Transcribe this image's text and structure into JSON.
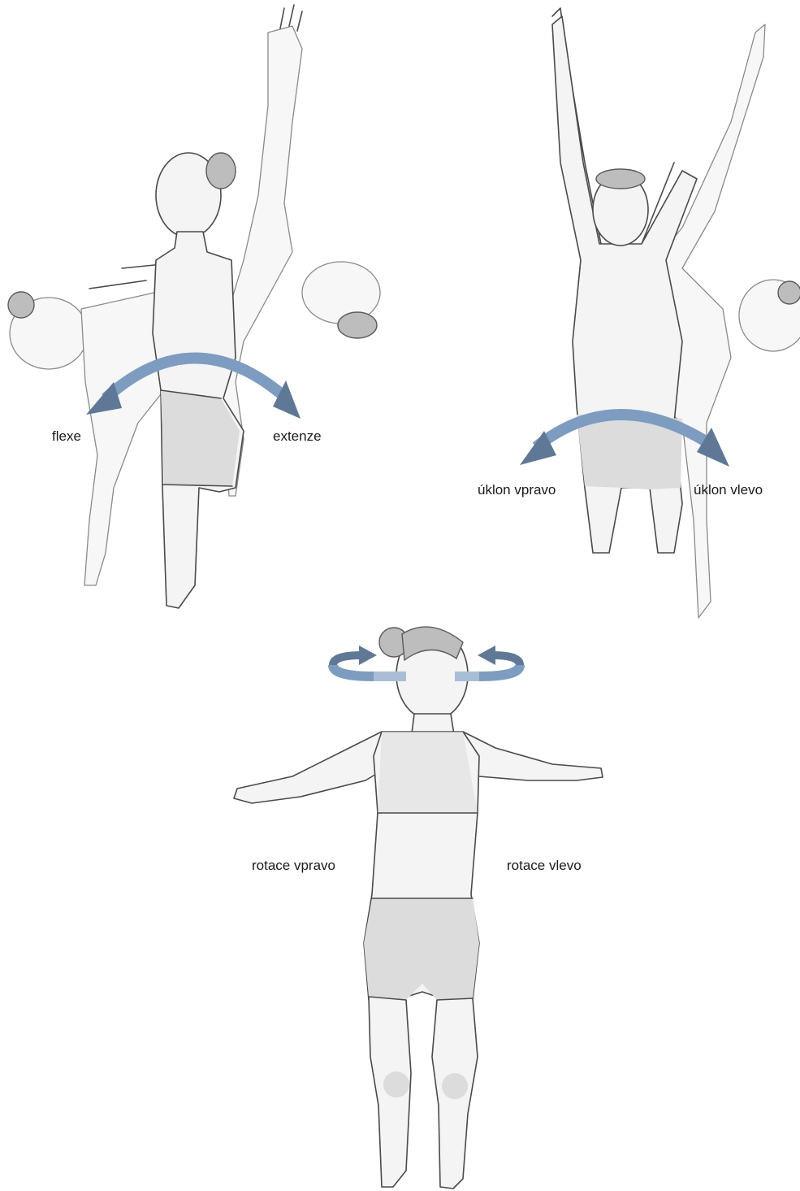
{
  "panels": {
    "flexion_extension": {
      "labels": {
        "left": "flexe",
        "right": "extenze"
      }
    },
    "lateral_flexion": {
      "labels": {
        "left": "úklon vpravo",
        "right": "úklon vlevo"
      }
    },
    "rotation": {
      "labels": {
        "left": "rotace vpravo",
        "right": "rotace vlevo"
      }
    }
  },
  "colors": {
    "arrow_blue": "#7d9cc0",
    "arrow_dark": "#5f7896",
    "line_art": "#4a4a4a",
    "label_text": "#1a1a1a"
  },
  "icons": [
    "curved-double-arrow-icon",
    "rotation-arrow-icon"
  ]
}
